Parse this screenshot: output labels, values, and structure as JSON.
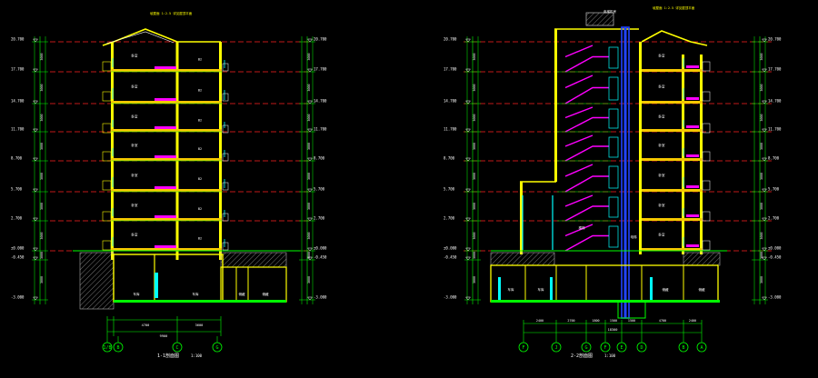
{
  "colors": {
    "background": "#000000",
    "wall": "#ffff00",
    "wall_alt": "#f5c800",
    "floor_slab": "#00ff00",
    "level_line": "#ff2020",
    "dimension": "#00ff00",
    "annotation": "#ffffff",
    "stair": "#ff00ff",
    "column": "#00ffff",
    "elevator": "#2244ff",
    "hatch": "#aaaaaa",
    "axis_bubble": "#00ff00"
  },
  "section_1": {
    "title": "1-1剖面图",
    "scale": "1:100",
    "axes": [
      "1/B",
      "B",
      "C",
      "G"
    ],
    "room_labels": [
      "卧室",
      "卧室",
      "卧室",
      "卧室",
      "卧室",
      "卧室",
      "卧室",
      "车库",
      "车库",
      "储藏",
      "储藏"
    ],
    "dimension_labels": [
      "4700",
      "3600",
      "9900"
    ],
    "left_elevations": [
      "20.700",
      "17.700",
      "14.700",
      "11.700",
      "8.700",
      "5.700",
      "2.700",
      "±0.000",
      "-0.450",
      "-3.000"
    ],
    "right_elevations": [
      "20.700",
      "17.700",
      "14.700",
      "11.700",
      "8.700",
      "5.700",
      "2.700",
      "±0.000",
      "-0.450",
      "-3.000"
    ],
    "top_note": "坡屋面 1:2.5 详见屋顶平面"
  },
  "section_2": {
    "title": "2-2剖面图",
    "scale": "1:100",
    "axes": [
      "F",
      "J",
      "G",
      "F",
      "E",
      "D",
      "B",
      "A"
    ],
    "room_labels": [
      "卧室",
      "卧室",
      "卧室",
      "卧室",
      "卧室",
      "卧室",
      "卧室",
      "车库",
      "车库",
      "楼梯",
      "电梯",
      "储藏",
      "储藏"
    ],
    "dimension_labels": [
      "2400",
      "2700",
      "1800",
      "1500",
      "1500",
      "4700",
      "2400",
      "18300"
    ],
    "left_elevations": [
      "20.700",
      "17.700",
      "14.700",
      "11.700",
      "8.700",
      "5.700",
      "2.700",
      "±0.000",
      "-0.450",
      "-3.000"
    ],
    "right_elevations": [
      "20.700",
      "17.700",
      "14.700",
      "11.700",
      "8.700",
      "5.700",
      "2.700",
      "±0.000",
      "-0.450",
      "-3.000"
    ],
    "top_note": "坡屋面 1:2.5 详见屋顶平面",
    "roof_label": "电梯机房"
  }
}
